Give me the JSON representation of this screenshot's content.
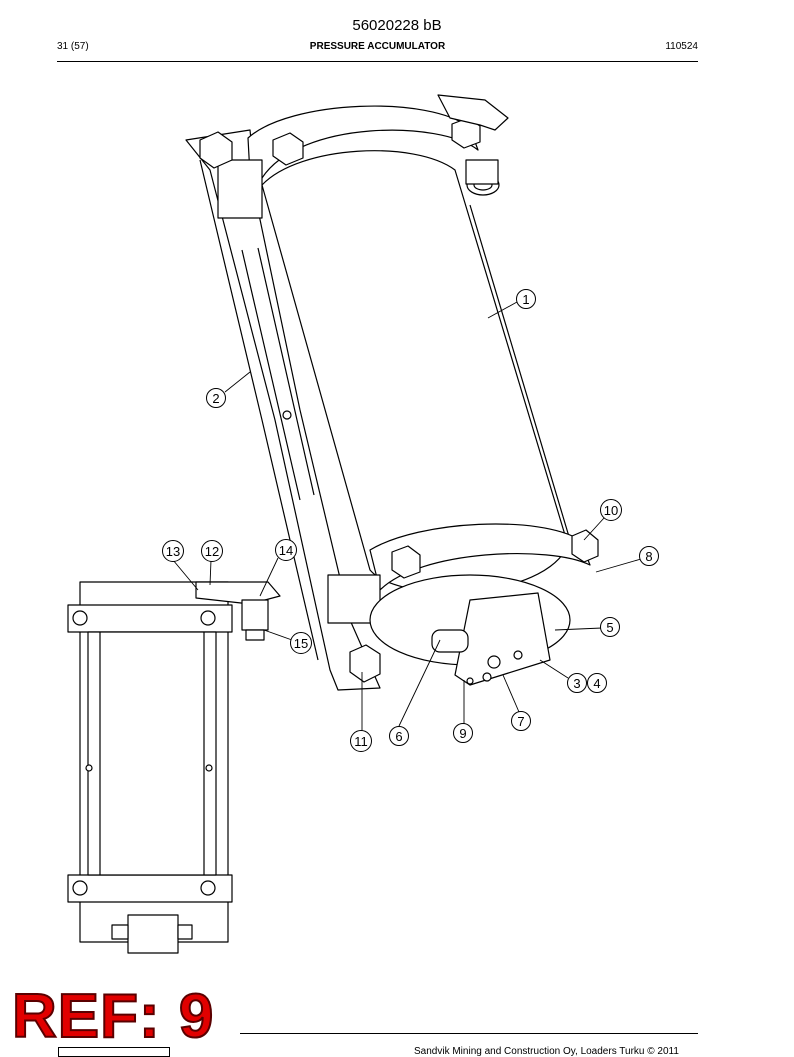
{
  "header": {
    "doc_number": "56020228 bB",
    "page_indicator": "31 (57)",
    "title": "PRESSURE ACCUMULATOR",
    "date_code": "110524"
  },
  "callouts": [
    "1",
    "2",
    "3",
    "4",
    "5",
    "6",
    "7",
    "8",
    "9",
    "10",
    "11",
    "12",
    "13",
    "14",
    "15"
  ],
  "stamp": {
    "text": "REF: 9",
    "color": "#e10000"
  },
  "footer": {
    "copyright": "Sandvik Mining and Construction Oy, Loaders Turku © 2011"
  }
}
